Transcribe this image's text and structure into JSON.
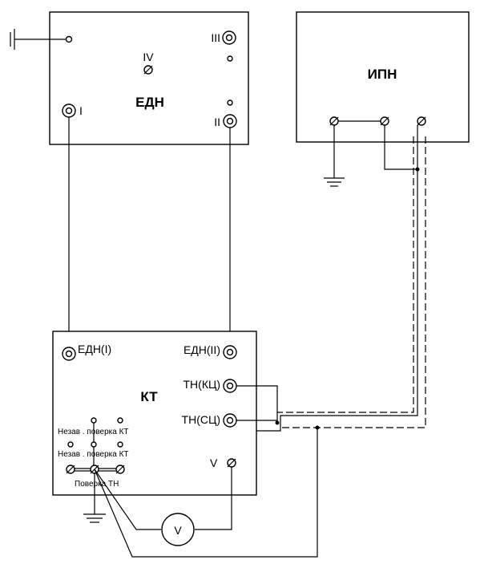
{
  "blocks": {
    "edn": {
      "title": "ЕДН",
      "terminal_I": "I",
      "terminal_II": "II",
      "terminal_III": "III",
      "terminal_IV": "IV"
    },
    "ipn": {
      "title": "ИПН"
    },
    "kt": {
      "title": "КТ",
      "edn_I": "ЕДН(I)",
      "edn_II": "ЕДН(II)",
      "tn_kc": "ТН(КЦ)",
      "tn_sc": "ТН(СЦ)",
      "v": "V",
      "switch_1": "Незав . поверка КТ",
      "switch_2": "Незав . поверка КТ",
      "switch_3": "Поверка ТН"
    }
  },
  "voltmeter": {
    "label": "V"
  }
}
